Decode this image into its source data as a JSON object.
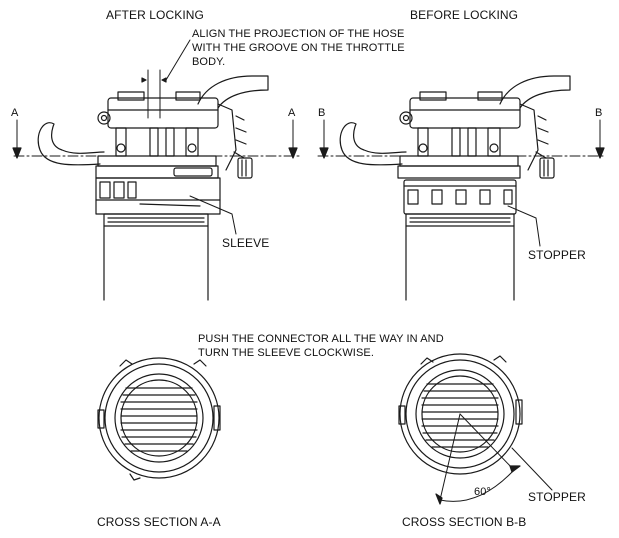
{
  "views": {
    "after_locking": "AFTER LOCKING",
    "before_locking": "BEFORE LOCKING"
  },
  "notes": {
    "align_line1": "ALIGN THE PROJECTION OF THE HOSE",
    "align_line2": "WITH THE GROOVE ON THE THROTTLE",
    "align_line3": "BODY.",
    "push_line1": "PUSH THE CONNECTOR ALL THE WAY IN AND",
    "push_line2": "TURN THE SLEEVE CLOCKWISE."
  },
  "callouts": {
    "sleeve": "SLEEVE",
    "stopper_top": "STOPPER",
    "stopper_bottom": "STOPPER",
    "angle": "60°"
  },
  "section_marks": {
    "a_left": "A",
    "a_right": "A",
    "b_left": "B",
    "b_right": "B"
  },
  "sections": {
    "a_a": "CROSS SECTION A-A",
    "b_b": "CROSS SECTION B-B"
  },
  "colors": {
    "line": "#1a1a1a",
    "background": "#ffffff"
  }
}
